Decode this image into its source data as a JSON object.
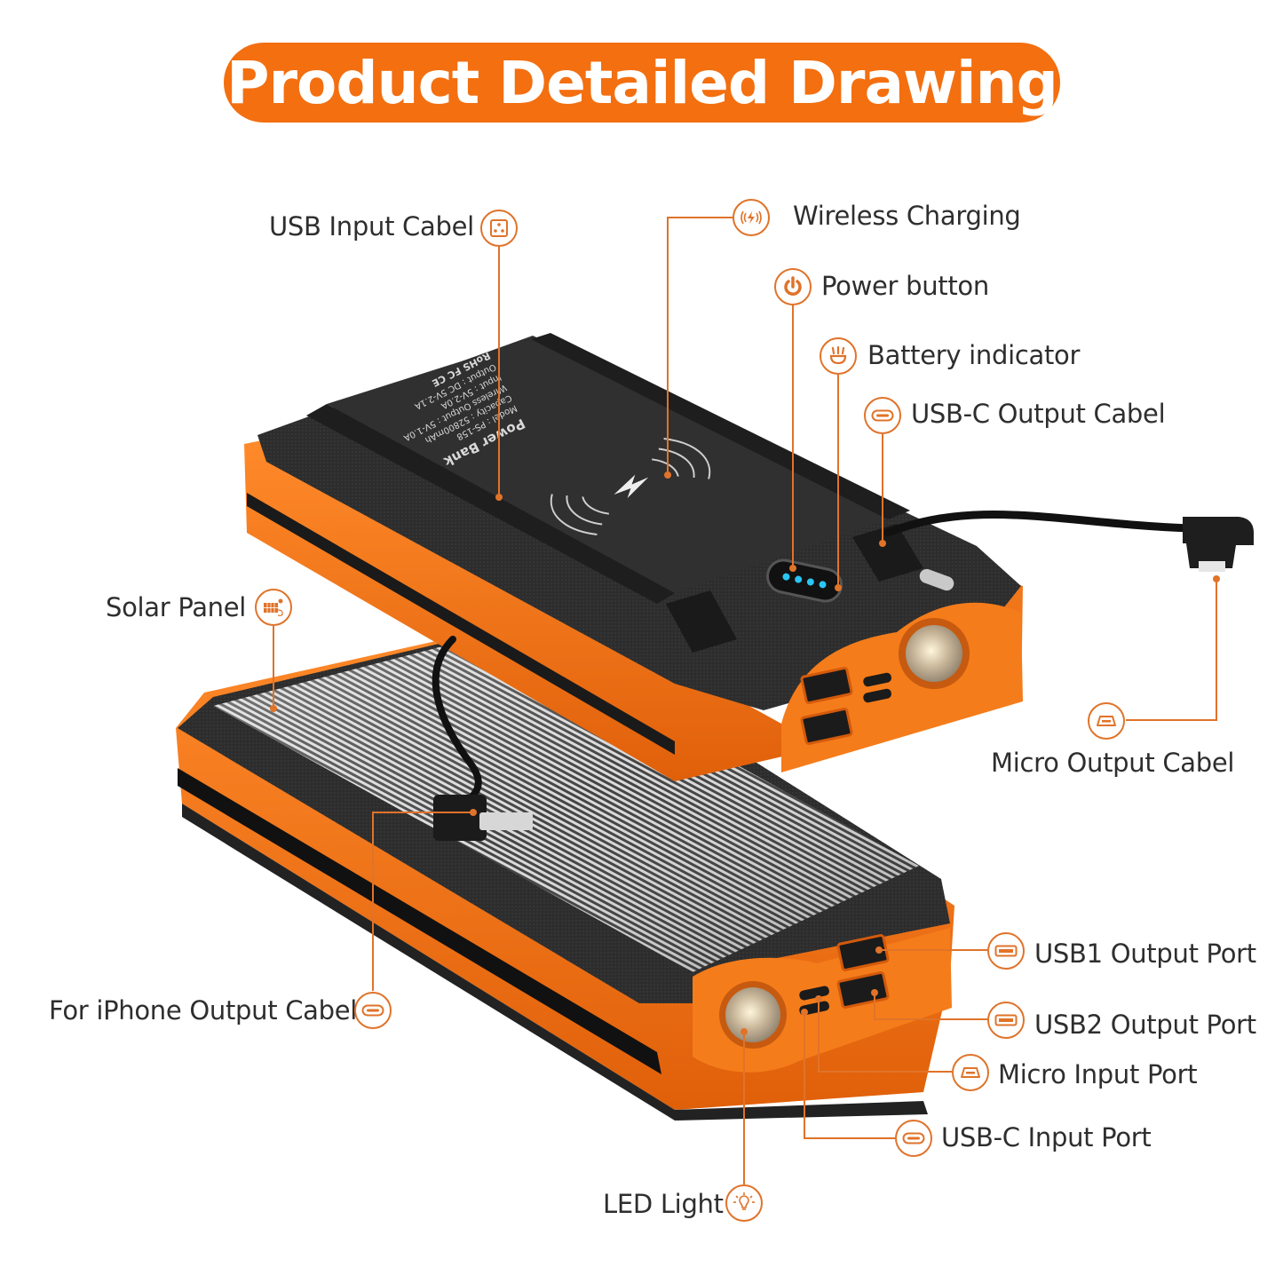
{
  "title": "Product Detailed Drawing",
  "colors": {
    "accent": "#f36f10",
    "callout_line": "#e0732a",
    "body_orange": "#f57c1a",
    "body_dark": "#2a2a2a",
    "indicator_blue": "#29c6f5",
    "text": "#2e2e2e"
  },
  "product_label": {
    "lines": [
      "Power Bank",
      "Model : PS-158",
      "Capacity : 52800mAh",
      "Wireless Output : 5V-1.0A",
      "Input : 5V-2.0A",
      "Output : DC 5V-2.1A",
      "RoHS FC CE"
    ]
  },
  "callouts": [
    {
      "id": "usb-input-cabel",
      "label": "USB  Input Cabel",
      "icon": "outlet-icon"
    },
    {
      "id": "wireless-charging",
      "label": "Wireless Charging",
      "icon": "wireless-charging-icon"
    },
    {
      "id": "power-button",
      "label": "Power button",
      "icon": "power-icon"
    },
    {
      "id": "battery-indicator",
      "label": "Battery indicator",
      "icon": "battery-indicator-icon"
    },
    {
      "id": "usb-c-output-cabel",
      "label": "USB-C  Output Cabel",
      "icon": "usb-c-icon"
    },
    {
      "id": "solar-panel",
      "label": "Solar Panel",
      "icon": "solar-panel-icon"
    },
    {
      "id": "micro-output-cabel",
      "label": "Micro Output Cabel",
      "icon": "micro-usb-icon"
    },
    {
      "id": "usb1-output-port",
      "label": "USB1 Output Port",
      "icon": "usb-a-icon"
    },
    {
      "id": "usb2-output-port",
      "label": "USB2 Output Port",
      "icon": "usb-a-icon"
    },
    {
      "id": "for-iphone-output-cabel",
      "label": "For iPhone Output Cabel",
      "icon": "lightning-icon"
    },
    {
      "id": "micro-input-port",
      "label": "Micro  Input Port",
      "icon": "micro-usb-icon"
    },
    {
      "id": "usb-c-input-port",
      "label": "USB-C  Input Port",
      "icon": "usb-c-icon"
    },
    {
      "id": "led-light",
      "label": "LED Light",
      "icon": "light-bulb-icon"
    }
  ]
}
